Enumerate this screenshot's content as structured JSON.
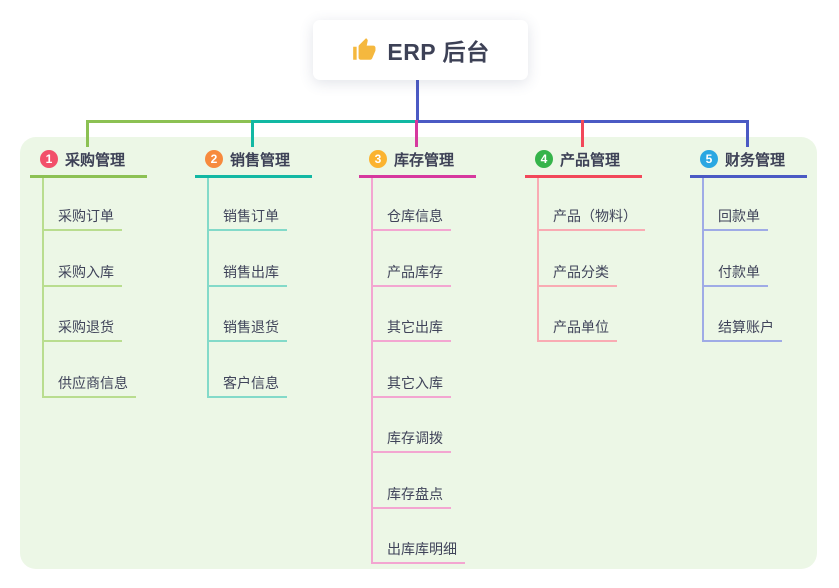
{
  "root": {
    "label": "ERP 后台",
    "icon": "thumbs-up-icon",
    "icon_color": "#f5b83e"
  },
  "canvas": {
    "background": "#ffffff",
    "panel_color": "#ecf7e6",
    "text_color": "#3d4156"
  },
  "trunk": {
    "color": "#4b5ac4"
  },
  "branches": [
    {
      "num": "1",
      "label": "采购管理",
      "badge_color": "#f2506a",
      "line_color": "#8cc153",
      "child_line_color": "#b9dd8f",
      "children": [
        "采购订单",
        "采购入库",
        "采购退货",
        "供应商信息"
      ]
    },
    {
      "num": "2",
      "label": "销售管理",
      "badge_color": "#f78a3d",
      "line_color": "#12b8a3",
      "child_line_color": "#83dac9",
      "children": [
        "销售订单",
        "销售出库",
        "销售退货",
        "客户信息"
      ]
    },
    {
      "num": "3",
      "label": "库存管理",
      "badge_color": "#fbb32f",
      "line_color": "#d6399e",
      "child_line_color": "#f3a6d1",
      "children": [
        "仓库信息",
        "产品库存",
        "其它出库",
        "其它入库",
        "库存调拨",
        "库存盘点",
        "出库库明细"
      ]
    },
    {
      "num": "4",
      "label": "产品管理",
      "badge_color": "#35b44a",
      "line_color": "#f2485a",
      "child_line_color": "#f9abb3",
      "children": [
        "产品（物料）",
        "产品分类",
        "产品单位"
      ]
    },
    {
      "num": "5",
      "label": "财务管理",
      "badge_color": "#2aa7e2",
      "line_color": "#4b5ac4",
      "child_line_color": "#9fabe6",
      "children": [
        "回款单",
        "付款单",
        "结算账户"
      ]
    }
  ]
}
